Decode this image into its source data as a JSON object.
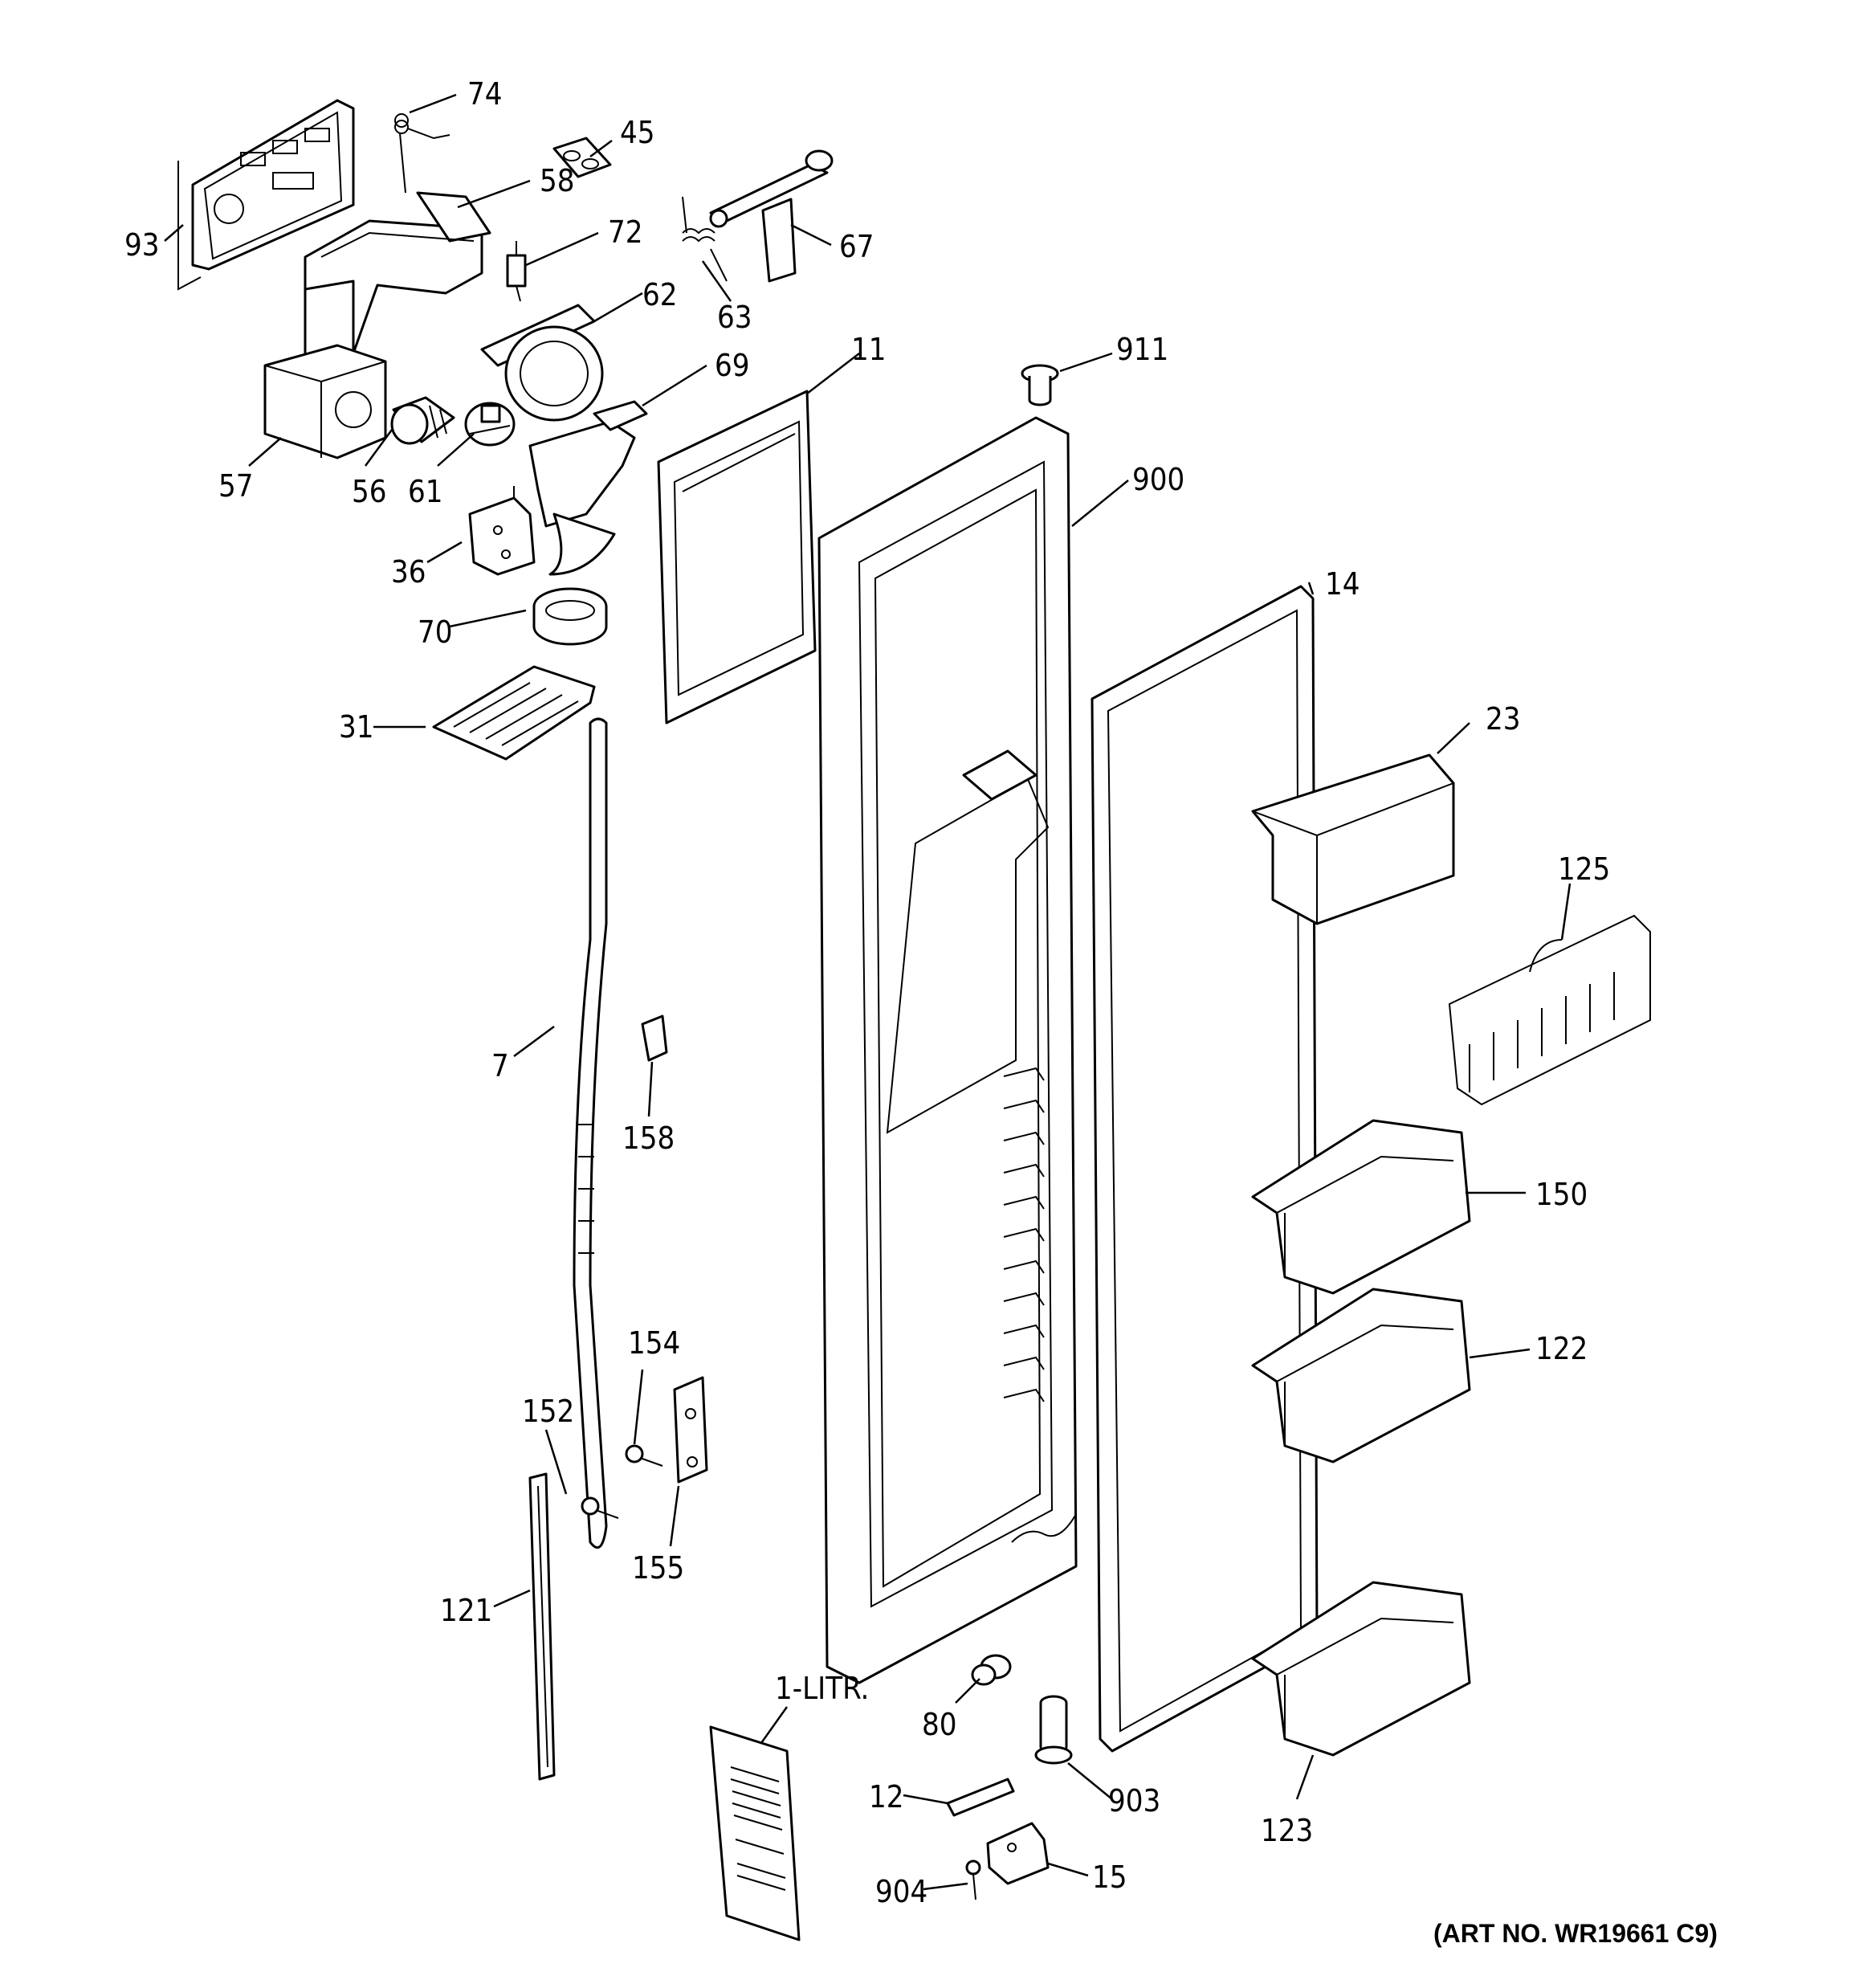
{
  "diagram": {
    "labels": {
      "p74": "74",
      "p45": "45",
      "p93": "93",
      "p58": "58",
      "p72": "72",
      "p67": "67",
      "p63": "63",
      "p62": "62",
      "p11": "11",
      "p911": "911",
      "p69": "69",
      "p57": "57",
      "p56": "56",
      "p61": "61",
      "p900": "900",
      "p36": "36",
      "p14": "14",
      "p70": "70",
      "p31": "31",
      "p23": "23",
      "p125": "125",
      "p7": "7",
      "p158": "158",
      "p150": "150",
      "p154": "154",
      "p122": "122",
      "p152": "152",
      "p155": "155",
      "p121": "121",
      "p80": "80",
      "p1litr": "1-LITR.",
      "p12": "12",
      "p903": "903",
      "p123": "123",
      "p904": "904",
      "p15": "15"
    },
    "art_number": "(ART NO. WR19661 C9)"
  }
}
